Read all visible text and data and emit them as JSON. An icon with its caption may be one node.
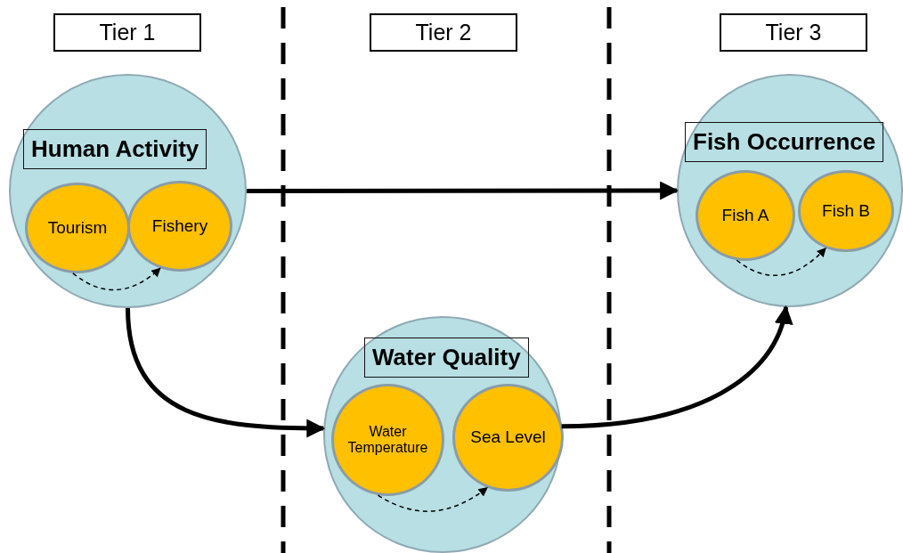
{
  "diagram": {
    "nodes": [
      {
        "text": [
          "Tier 1"
        ]
      },
      {
        "text": [
          "Tier 2"
        ]
      },
      {
        "text": [
          "Tier 3"
        ]
      },
      {
        "text": [
          "Human Activity"
        ]
      },
      {
        "text": [
          "Tourism"
        ],
        "in": 3
      },
      {
        "text": [
          "Fishery"
        ],
        "in": 3
      },
      {
        "text": [
          "Water Quality"
        ]
      },
      {
        "text": [
          "Water Temperature"
        ],
        "in": 6
      },
      {
        "text": [
          "Sea Level"
        ],
        "in": 6
      },
      {
        "text": [
          "Fish Occurrence"
        ]
      },
      {
        "text": [
          "Fish A"
        ],
        "in": 9
      },
      {
        "text": [
          "Fish B"
        ],
        "in": 9
      }
    ],
    "edges": [
      {
        "from": 3,
        "to": 9,
        "arrow": "to",
        "style": "thick"
      },
      {
        "from": 4,
        "to": 5,
        "arrow": "to",
        "style": "dashed"
      },
      {
        "from": 10,
        "to": 11,
        "arrow": "to",
        "style": "dashed"
      },
      {
        "from": 3,
        "to": 6,
        "arrow": "to",
        "style": "thick"
      },
      {
        "from": 6,
        "to": 9,
        "arrow": "to",
        "style": "thick"
      },
      {
        "from": 7,
        "to": 8,
        "arrow": "to",
        "style": "dashed"
      }
    ]
  }
}
